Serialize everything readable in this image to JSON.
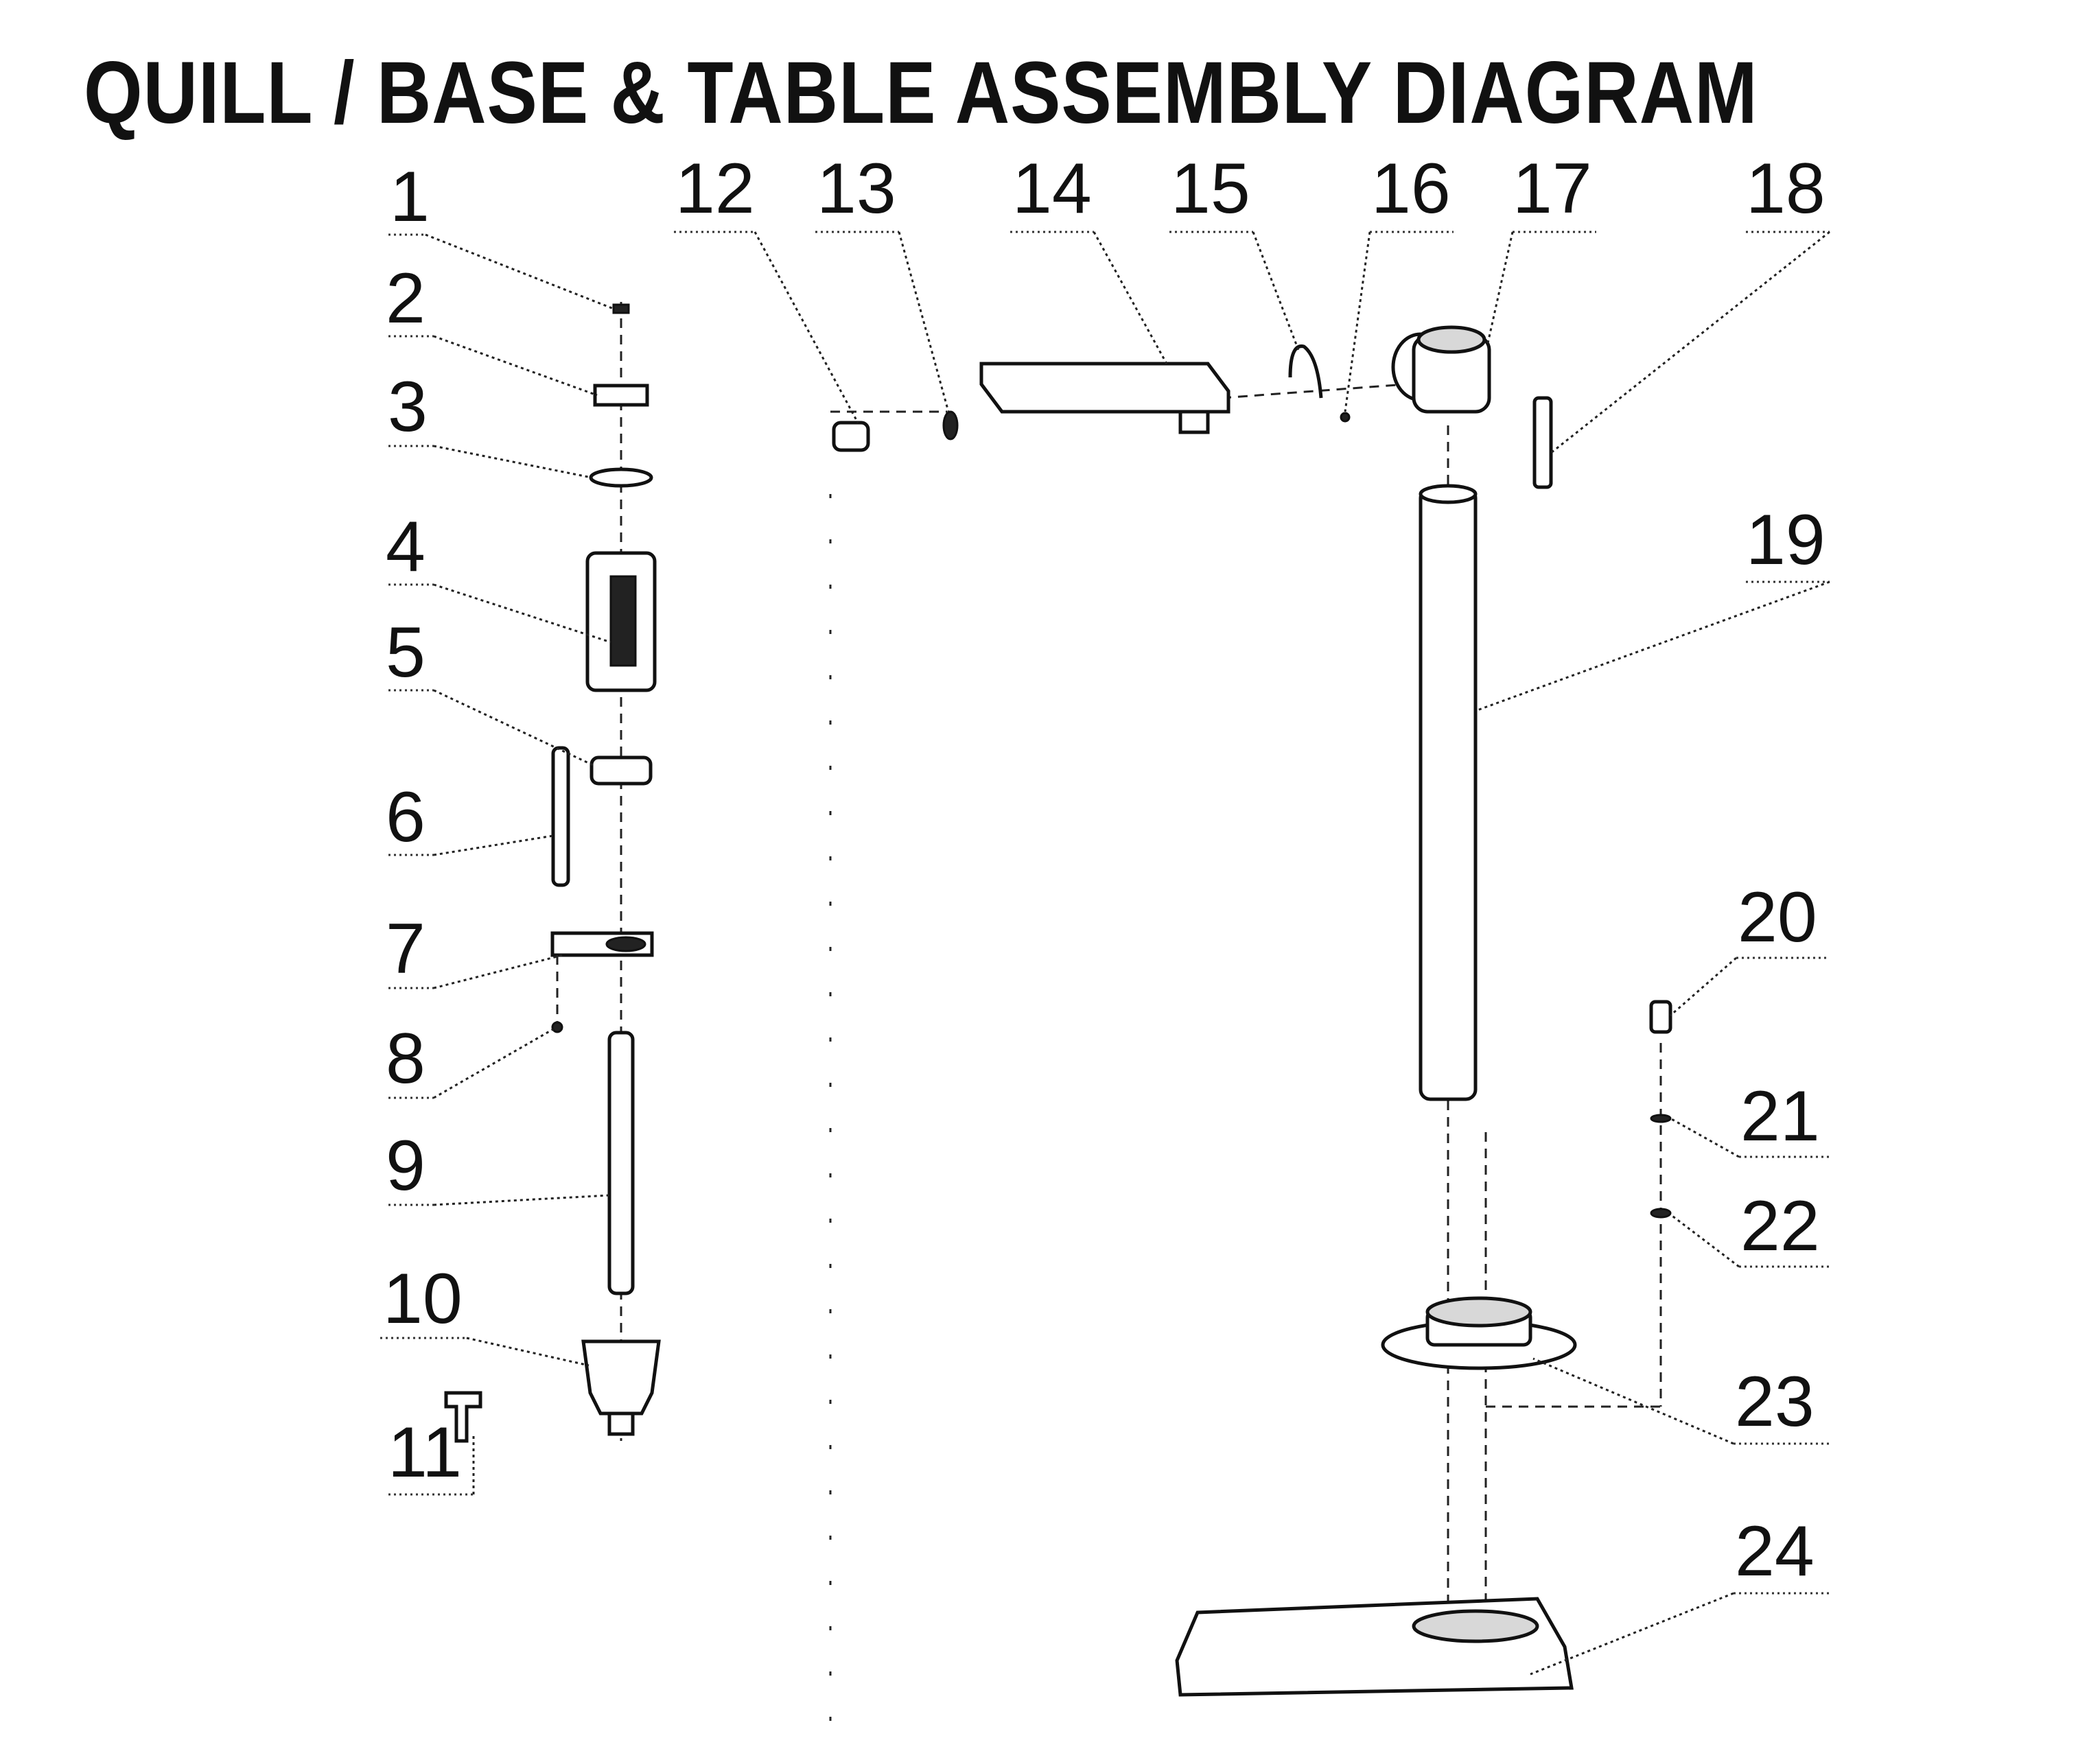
{
  "title": "QUILL / BASE & TABLE ASSEMBLY DIAGRAM",
  "callouts": [
    "1",
    "2",
    "3",
    "4",
    "5",
    "6",
    "7",
    "8",
    "9",
    "10",
    "11",
    "12",
    "13",
    "14",
    "15",
    "16",
    "17",
    "18",
    "19",
    "20",
    "21",
    "22",
    "23",
    "24"
  ]
}
